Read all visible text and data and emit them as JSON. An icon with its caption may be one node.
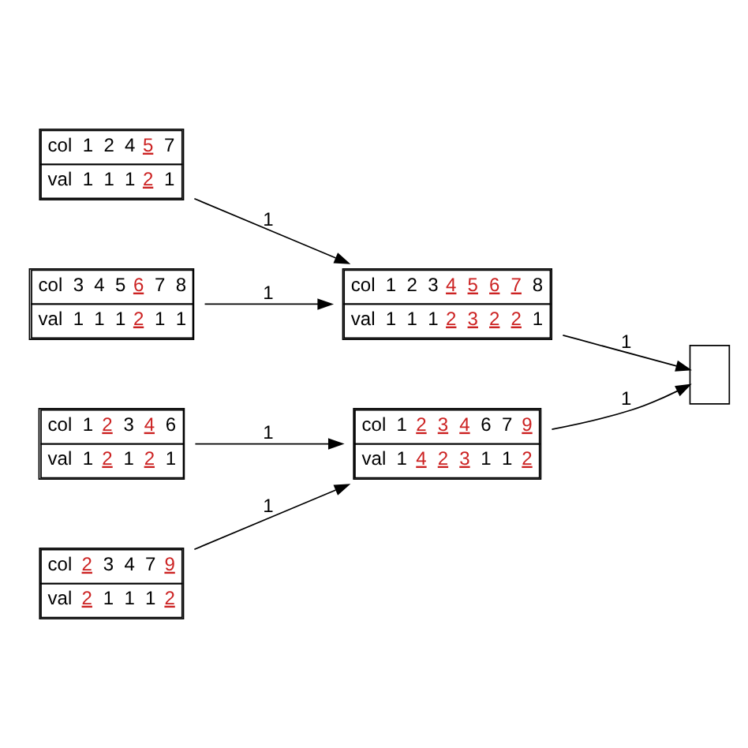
{
  "diagram": {
    "nodes": [
      {
        "text": [
          "col 1 2 4 5 7",
          "val 1 1 1 2 1"
        ]
      },
      {
        "text": [
          "col 3 4 5 6 7 8",
          "val 1 1 1 2 1 1"
        ]
      },
      {
        "text": [
          "col 2 3 4 7 9",
          "val 2 1 1 1 2"
        ]
      },
      {
        "text": [
          "col 1 2 3 4 6",
          "val 1 2 1 2 1"
        ]
      },
      {
        "text": [
          "col 1 2 3 4 5 6 7 8",
          "val 1 1 1 2 3 2 2 1"
        ]
      },
      {
        "text": [
          "col 1 2 3 4 6 7 9",
          "val 1 4 2 3 1 1 2"
        ]
      },
      {
        "text": [],
        "shape": "box"
      }
    ],
    "edges": [
      {
        "from": 0,
        "to": 4,
        "arrow": "to",
        "label": "1"
      },
      {
        "from": 1,
        "to": 4,
        "arrow": "to",
        "label": "1"
      },
      {
        "from": 2,
        "to": 5,
        "arrow": "to",
        "label": "1"
      },
      {
        "from": 3,
        "to": 5,
        "arrow": "to",
        "label": "1"
      },
      {
        "from": 4,
        "to": 6,
        "arrow": "to",
        "label": "1"
      },
      {
        "from": 5,
        "to": 6,
        "arrow": "to",
        "label": "1"
      }
    ]
  }
}
